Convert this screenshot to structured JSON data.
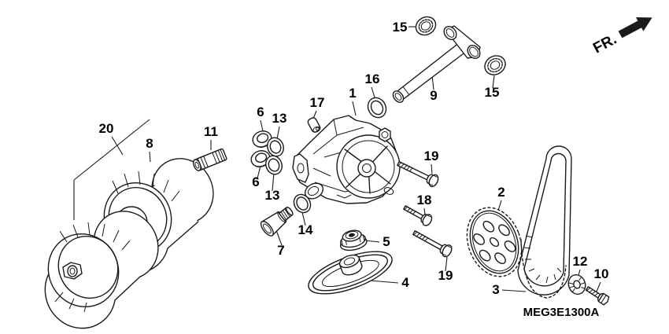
{
  "colors": {
    "line": "#1a1a1a",
    "background": "#ffffff",
    "label": "#000000"
  },
  "drawing_code": "MEG3E1300A",
  "direction_indicator": "FR.",
  "callouts": {
    "p1": "1",
    "p2": "2",
    "p3": "3",
    "p4": "4",
    "p5": "5",
    "p6a": "6",
    "p6b": "6",
    "p7": "7",
    "p8": "8",
    "p9": "9",
    "p10": "10",
    "p11": "11",
    "p12": "12",
    "p13a": "13",
    "p13b": "13",
    "p14": "14",
    "p15a": "15",
    "p15b": "15",
    "p16": "16",
    "p17": "17",
    "p18": "18",
    "p19a": "19",
    "p19b": "19",
    "p20": "20"
  }
}
